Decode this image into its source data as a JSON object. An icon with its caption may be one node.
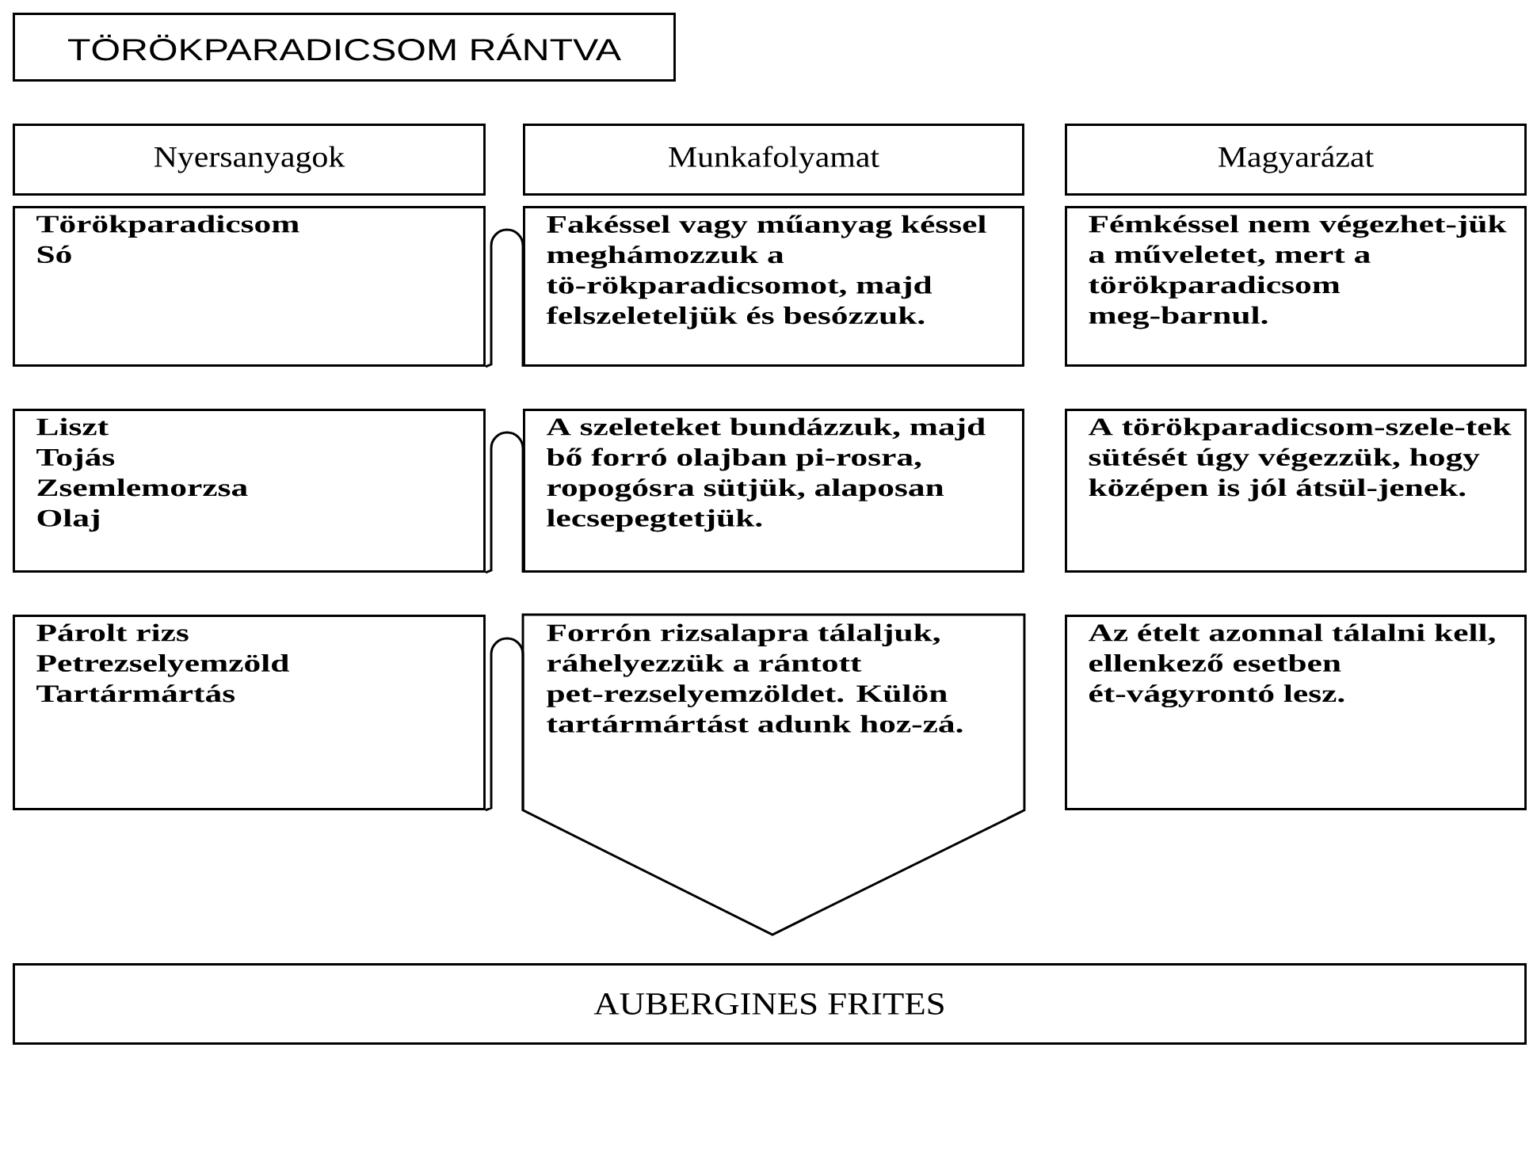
{
  "diagram": {
    "nodes": [
      {
        "text": [
          "TÖRÖKPARADICSOM RÁNTVA"
        ]
      },
      {
        "text": [
          "Nyersanyagok"
        ]
      },
      {
        "text": [
          "Munkafolyamat"
        ]
      },
      {
        "text": [
          "Magyarázat"
        ]
      },
      {
        "text": [
          "Törökparadicsom",
          "Só"
        ]
      },
      {
        "text": [
          "Fakéssel vagy műanyag késsel meghámozzuk a tö-rökparadicsomot, majd felszeleteljük és besózzuk."
        ]
      },
      {
        "text": [
          "Fémkéssel nem végezhet-jük a műveletet, mert a törökparadicsom meg-barnul."
        ]
      },
      {
        "text": [
          "Liszt",
          "Tojás",
          "Zsemlemorzsa",
          "Olaj"
        ]
      },
      {
        "text": [
          "A szeleteket bundázzuk, majd bő forró olajban pi-rosra, ropogósra sütjük, alaposan lecsepegtetjük."
        ]
      },
      {
        "text": [
          "A törökparadicsom-szele-tek sütését úgy végezzük, hogy középen is jól átsül-jenek."
        ]
      },
      {
        "text": [
          "Párolt rizs",
          "Petrezselyemzöld",
          "Tartármártás"
        ]
      },
      {
        "text": [
          "Forrón rizsalapra tálaljuk, ráhelyezzük a rántott pet-rezselyemzöldet. Külön tartármártást adunk hoz-zá."
        ]
      },
      {
        "text": [
          "Az ételt azonnal tálalni kell, ellenkező esetben ét-vágyrontó lesz."
        ]
      },
      {
        "text": [
          "AUBERGINES FRITES"
        ]
      }
    ],
    "edges": [
      {
        "from": 4,
        "to": 5,
        "arrow": "none"
      },
      {
        "from": 7,
        "to": 8,
        "arrow": "none"
      },
      {
        "from": 10,
        "to": 11,
        "arrow": "none"
      }
    ]
  }
}
